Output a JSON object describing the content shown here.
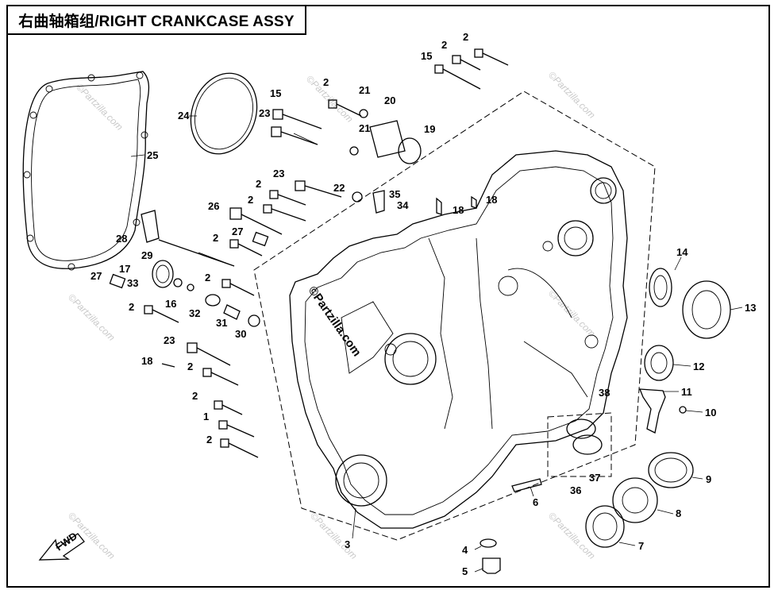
{
  "title": "右曲轴箱组/RIGHT CRANKCASE ASSY",
  "watermark": "©Partzilla.com",
  "fwd_label": "FWD",
  "callouts": [
    "1",
    "2",
    "3",
    "4",
    "5",
    "6",
    "7",
    "8",
    "9",
    "10",
    "11",
    "12",
    "13",
    "14",
    "15",
    "16",
    "17",
    "18",
    "19",
    "20",
    "21",
    "22",
    "23",
    "24",
    "25",
    "26",
    "27",
    "28",
    "29",
    "30",
    "31",
    "32",
    "33",
    "34",
    "35",
    "36",
    "37",
    "38"
  ]
}
